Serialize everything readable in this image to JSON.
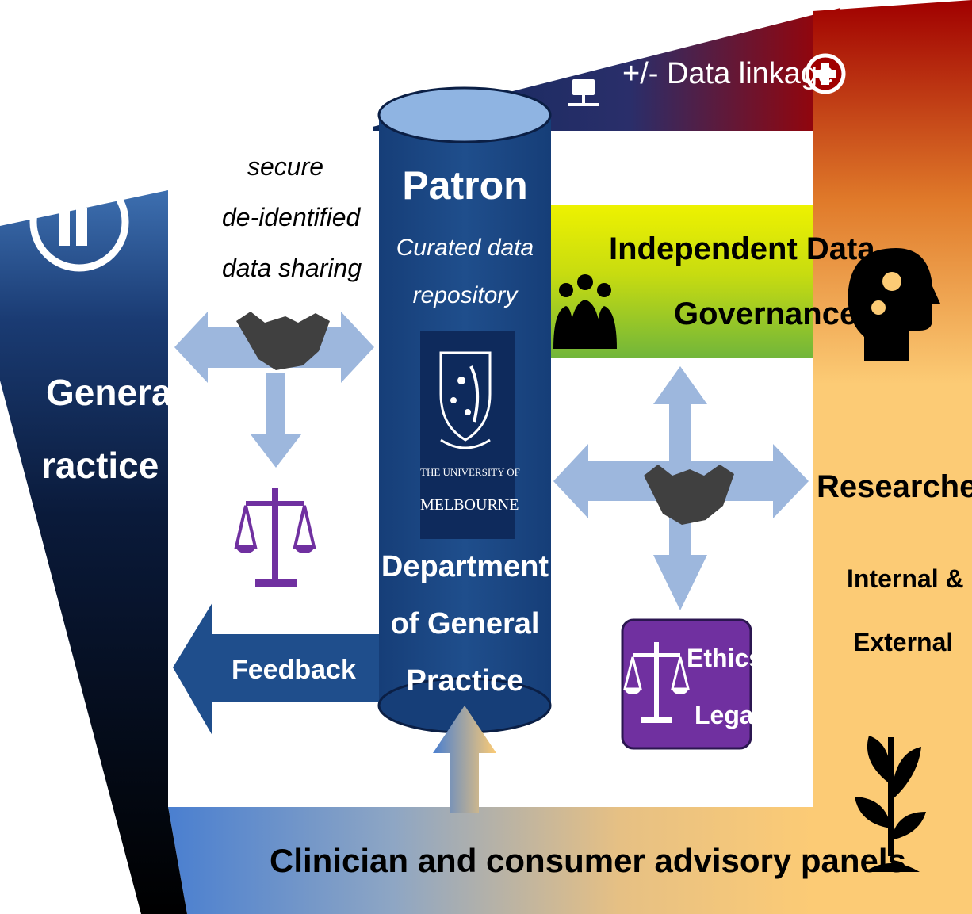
{
  "colors": {
    "navy": "#0e2a5c",
    "repo_blue": "#1f4e8c",
    "arrow_light": "#9db7dd",
    "dark_red": "#a00000",
    "orange": "#f3b15a",
    "peach": "#fccb75",
    "governance_yellow": "#e8f000",
    "governance_green": "#7bbf3a",
    "ethics_purple": "#7030a0",
    "feedback_blue": "#1f4e8c",
    "handshake_gray": "#404040"
  },
  "top_bar": {
    "label": "+/- Data linkage",
    "icon": "plus-circle-icon"
  },
  "general_practice": {
    "line1": "General",
    "line2": "ractice",
    "icon": "clinic-badge-icon"
  },
  "sharing": {
    "line1": "secure",
    "line2": "de-identified",
    "line3": "data sharing",
    "icon": "handshake-icon"
  },
  "repository": {
    "title": "Patron",
    "subtitle_line1": "Curated data",
    "subtitle_line2": "repository",
    "logo_text1": "THE UNIVERSITY OF",
    "logo_text2": "MELBOURNE",
    "dept_line1": "Department",
    "dept_line2": "of General",
    "dept_line3": "Practice"
  },
  "governance": {
    "line1": "Independent Data",
    "line2": "Governance",
    "icon": "group-people-icon"
  },
  "researchers": {
    "title": "Researchers",
    "line1": "Internal &",
    "line2": "External",
    "icon_top": "head-gears-icon",
    "icon_bottom": "plant-sprout-icon"
  },
  "ethics": {
    "line1": "Ethics",
    "line2": "Legal",
    "icon": "scales-icon"
  },
  "feedback": {
    "label": "Feedback"
  },
  "advisory": {
    "label": "Clinician and consumer advisory panels"
  }
}
